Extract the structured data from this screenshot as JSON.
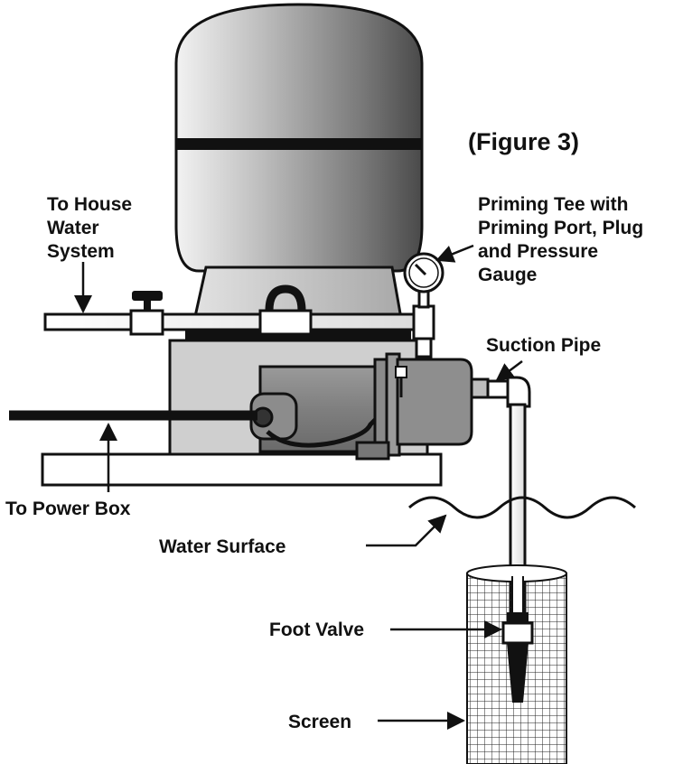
{
  "figure_label": "(Figure 3)",
  "labels": {
    "house_line1": "To House",
    "house_line2": "Water",
    "house_line3": "System",
    "priming_line1": "Priming Tee with",
    "priming_line2": "Priming Port, Plug",
    "priming_line3": "and Pressure",
    "priming_line4": "Gauge",
    "suction_pipe": "Suction Pipe",
    "power_box": "To Power Box",
    "water_surface": "Water Surface",
    "foot_valve": "Foot Valve",
    "screen": "Screen"
  },
  "colors": {
    "outline": "#111111",
    "tank_light": "#eeeeee",
    "tank_dark": "#555555",
    "stand_gray": "#c8c8c8",
    "motor_gray": "#8a8a8a"
  }
}
